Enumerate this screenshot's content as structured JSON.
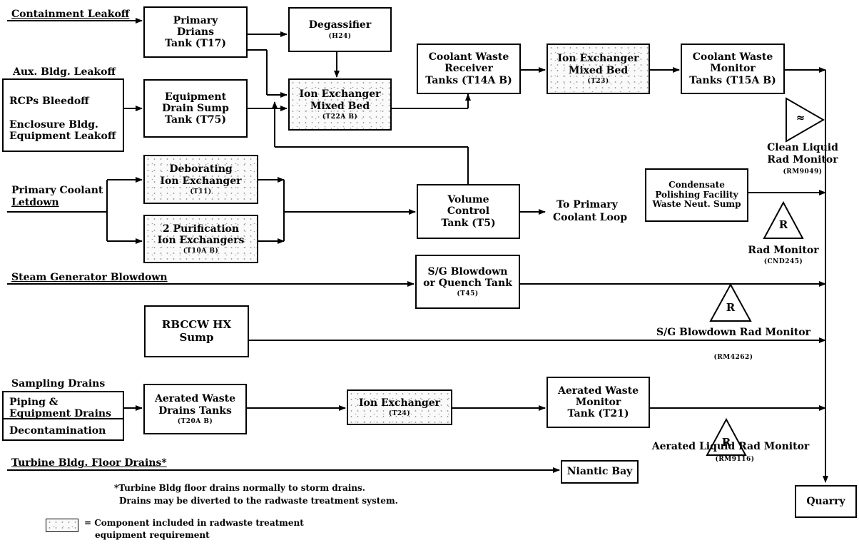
{
  "inputs": {
    "containment_leakoff": "Containment Leakoff",
    "aux_bldg_leakoff": "Aux. Bldg. Leakoff",
    "rcps_bleedoff": "RCPs Bleedoff",
    "enclosure_bldg_equipment_leakoff": [
      "Enclosure Bldg.",
      "Equipment Leakoff"
    ],
    "primary_coolant_letdown": [
      "Primary Coolant",
      "Letdown"
    ],
    "steam_generator_blowdown": "Steam Generator Blowdown",
    "sampling_drains": "Sampling Drains",
    "piping_equipment_drains": [
      "Piping &",
      "Equipment Drains"
    ],
    "decontamination": "Decontamination",
    "turbine_bldg_floor_drains": "Turbine Bldg. Floor Drains*"
  },
  "boxes": {
    "primary_drains_tank": {
      "lines": [
        "Primary",
        "Drians",
        "Tank (T17)"
      ]
    },
    "degassifier": {
      "lines": [
        "Degassifier"
      ],
      "tag": "(H24)"
    },
    "coolant_waste_receiver": {
      "lines": [
        "Coolant Waste",
        "Receiver",
        "Tanks (T14A B)"
      ]
    },
    "ion_exchanger_t23": {
      "lines": [
        "Ion Exchanger",
        "Mixed Bed"
      ],
      "tag": "(T23)"
    },
    "coolant_waste_monitor": {
      "lines": [
        "Coolant Waste",
        "Monitor",
        "Tanks (T15A B)"
      ]
    },
    "equipment_drain_sump": {
      "lines": [
        "Equipment",
        "Drain Sump",
        "Tank (T75)"
      ]
    },
    "ion_exchanger_t22": {
      "lines": [
        "Ion Exchanger",
        "Mixed Bed"
      ],
      "tag": "(T22A B)"
    },
    "deborating": {
      "lines": [
        "Deborating",
        "Ion Exchanger"
      ],
      "tag": "(T11)"
    },
    "purification": {
      "lines": [
        "2 Purification",
        "Ion Exchangers"
      ],
      "tag": "(T10A B)"
    },
    "volume_control": {
      "lines": [
        "Volume",
        "Control",
        "Tank (T5)"
      ]
    },
    "condensate_polishing": {
      "lines": [
        "Condensate",
        "Polishing Facility",
        "Waste Neut. Sump"
      ]
    },
    "sg_blowdown_tank": {
      "lines": [
        "S/G Blowdown",
        "or Quench Tank"
      ],
      "tag": "(T45)"
    },
    "rbccw": {
      "lines": [
        "RBCCW HX",
        "Sump"
      ]
    },
    "aerated_waste_drains": {
      "lines": [
        "Aerated Waste",
        "Drains Tanks"
      ],
      "tag": "(T20A B)"
    },
    "ion_exchanger_t24": {
      "lines": [
        "Ion Exchanger"
      ],
      "tag": "(T24)"
    },
    "aerated_waste_monitor": {
      "lines": [
        "Aerated Waste",
        "Monitor",
        "Tank (T21)"
      ]
    },
    "niantic_bay": {
      "lines": [
        "Niantic Bay"
      ]
    },
    "quarry": {
      "lines": [
        "Quarry"
      ]
    }
  },
  "monitors": {
    "clean_liquid": {
      "label": [
        "Clean Liquid",
        "Rad Monitor"
      ],
      "tag": "(RM9049)",
      "symbol": "≈"
    },
    "rad_monitor": {
      "label": "Rad Monitor",
      "tag": "(CND245)",
      "symbol": "R"
    },
    "sg_blowdown_rad": {
      "label": "S/G Blowdown Rad Monitor",
      "tag": "(RM4262)",
      "symbol": "R"
    },
    "aerated_liquid": {
      "label": "Aerated Liquid Rad Monitor",
      "tag": "(RM9116)",
      "symbol": "R"
    }
  },
  "to_primary_coolant_loop": [
    "To Primary",
    "Coolant Loop"
  ],
  "footnote": [
    "*Turbine Bldg floor drains normally to storm drains.",
    "Drains may be diverted to the radwaste treatment system."
  ],
  "legend": {
    "text": [
      "= Component included in radwaste treatment",
      "equipment requirement"
    ]
  }
}
